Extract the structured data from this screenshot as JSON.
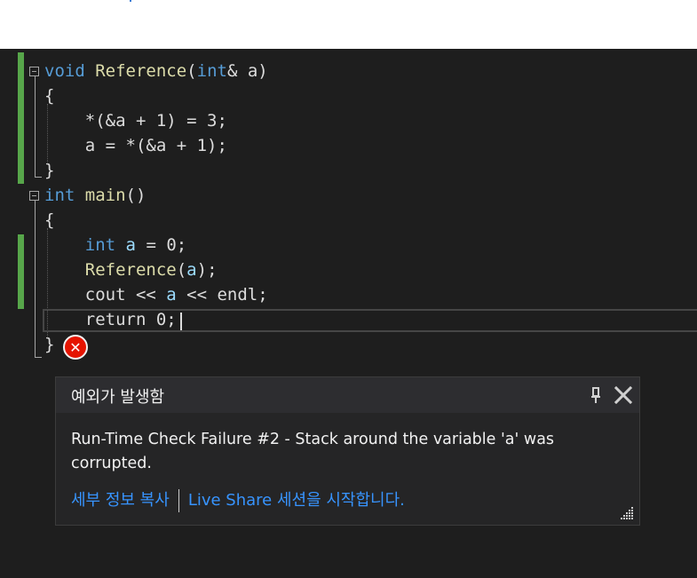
{
  "code_lines": [
    {
      "parts": [
        {
          "t": "void",
          "c": "kw"
        },
        {
          "t": " ",
          "c": "plain"
        },
        {
          "t": "Reference",
          "c": "fn"
        },
        {
          "t": "(",
          "c": "plain"
        },
        {
          "t": "int",
          "c": "kw"
        },
        {
          "t": "& a)",
          "c": "plain"
        }
      ]
    },
    {
      "parts": [
        {
          "t": "{",
          "c": "plain"
        }
      ]
    },
    {
      "parts": [
        {
          "t": "    *(&a + 1) = 3;",
          "c": "plain"
        }
      ]
    },
    {
      "parts": [
        {
          "t": "    a = *(&a + 1);",
          "c": "plain"
        }
      ]
    },
    {
      "parts": [
        {
          "t": "}",
          "c": "plain"
        }
      ]
    },
    {
      "parts": [
        {
          "t": "int",
          "c": "kw"
        },
        {
          "t": " ",
          "c": "plain"
        },
        {
          "t": "main",
          "c": "fn"
        },
        {
          "t": "()",
          "c": "plain"
        }
      ]
    },
    {
      "parts": [
        {
          "t": "{",
          "c": "plain"
        }
      ]
    },
    {
      "parts": [
        {
          "t": "    ",
          "c": "plain"
        },
        {
          "t": "int",
          "c": "kw"
        },
        {
          "t": " ",
          "c": "plain"
        },
        {
          "t": "a",
          "c": "var"
        },
        {
          "t": " = 0;",
          "c": "plain"
        }
      ]
    },
    {
      "parts": [
        {
          "t": "    ",
          "c": "plain"
        },
        {
          "t": "Reference",
          "c": "fn"
        },
        {
          "t": "(",
          "c": "plain"
        },
        {
          "t": "a",
          "c": "var"
        },
        {
          "t": ");",
          "c": "plain"
        }
      ]
    },
    {
      "parts": [
        {
          "t": "    cout << ",
          "c": "plain"
        },
        {
          "t": "a",
          "c": "var"
        },
        {
          "t": " << endl;",
          "c": "plain"
        }
      ]
    },
    {
      "parts": [
        {
          "t": "    return 0;",
          "c": "plain"
        }
      ]
    },
    {
      "parts": [
        {
          "t": "}",
          "c": "plain"
        }
      ]
    }
  ],
  "exception_popup": {
    "title": "예외가 발생함",
    "message": "Run-Time Check Failure #2 - Stack around the variable 'a' was corrupted.",
    "link_copy_details": "세부 정보 복사",
    "link_live_share": "Live Share 세션을 시작합니다.",
    "pin_icon": "pin-icon",
    "close_icon": "close-icon",
    "resize_icon": "resize-grip-icon"
  },
  "error_icon": "error-icon",
  "colors": {
    "editor_bg": "#1e1e1e",
    "keyword": "#569cd6",
    "function": "#dcdcaa",
    "variable": "#9cdcfe",
    "change_bar": "#57a64a",
    "error_red": "#e51400",
    "link": "#3794ff"
  }
}
